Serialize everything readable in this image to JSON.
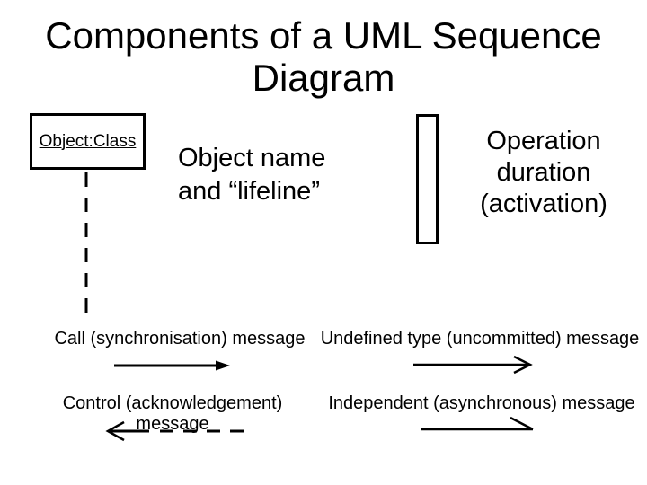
{
  "title": "Components of a UML Sequence Diagram",
  "object_box": {
    "label": "Object:Class"
  },
  "captions": {
    "lifeline": "Object name\nand “lifeline”",
    "activation": "Operation\nduration\n(activation)"
  },
  "messages": [
    {
      "label": "Call (synchronisation) message",
      "arrow_type": "solid-line-filled-head-right"
    },
    {
      "label": "Undefined type (uncommitted) message",
      "arrow_type": "solid-line-open-head-right"
    },
    {
      "label": "Control (acknowledgement) message",
      "arrow_type": "dashed-line-open-head-left"
    },
    {
      "label": "Independent (asynchronous) message",
      "arrow_type": "solid-line-half-head-right"
    }
  ],
  "colors": {
    "background": "#ffffff",
    "ink": "#000000"
  }
}
